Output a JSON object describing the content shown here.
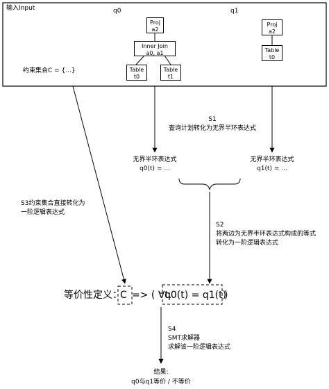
{
  "input_box": {
    "label": "输入Input",
    "constraint_set": "约束集合C = {...}"
  },
  "q0": {
    "label": "q0",
    "proj": [
      "Proj",
      "a2"
    ],
    "join": [
      "Inner Join",
      "a0, a1"
    ],
    "table_left": [
      "Table",
      "t0"
    ],
    "table_right": [
      "Table",
      "t1"
    ]
  },
  "q1": {
    "label": "q1",
    "proj": [
      "Proj",
      "a2"
    ],
    "table": [
      "Table",
      "t0"
    ]
  },
  "s1": {
    "step": "S1",
    "desc": "查询计划转化为无界半环表达式"
  },
  "expr_q0": {
    "title": "无界半环表达式",
    "value": "q0(t) = ..."
  },
  "expr_q1": {
    "title": "无界半环表达式",
    "value": "q1(t) = ..."
  },
  "s2": {
    "step": "S2",
    "desc1": "将两边为无界半环表达式构成的等式",
    "desc2": "转化为一阶逻辑表达式"
  },
  "s3": {
    "step": "S3约束集合直接转化为",
    "desc": "一阶逻辑表达式"
  },
  "equivalence": {
    "label": "等价性定义：",
    "c": "C",
    "implies": "=> ( ∀t.",
    "equation": "q0(t) = q1(t)",
    "close": ")"
  },
  "s4": {
    "step": "S4",
    "desc1": "SMT求解器",
    "desc2": "求解该一阶逻辑表达式"
  },
  "result": {
    "label": "结果:",
    "value": "q0与q1等价 / 不等价"
  }
}
